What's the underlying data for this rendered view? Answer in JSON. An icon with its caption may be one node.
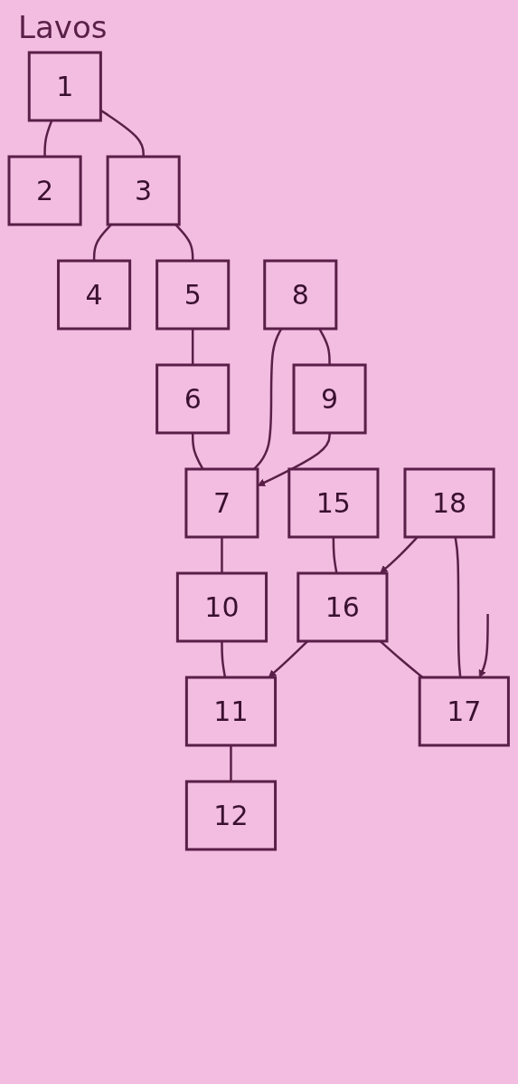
{
  "diagram": {
    "title": "Lavos",
    "nodes": [
      {
        "text": [
          "1"
        ]
      },
      {
        "text": [
          "2"
        ]
      },
      {
        "text": [
          "3"
        ]
      },
      {
        "text": [
          "4"
        ]
      },
      {
        "text": [
          "5"
        ]
      },
      {
        "text": [
          "6"
        ]
      },
      {
        "text": [
          "7"
        ]
      },
      {
        "text": [
          "8"
        ]
      },
      {
        "text": [
          "9"
        ]
      },
      {
        "text": [
          "10"
        ]
      },
      {
        "text": [
          "11"
        ]
      },
      {
        "text": [
          "12"
        ]
      },
      {
        "text": [
          "15"
        ]
      },
      {
        "text": [
          "16"
        ]
      },
      {
        "text": [
          "17"
        ]
      },
      {
        "text": [
          "18"
        ]
      }
    ],
    "edges": [
      {
        "from": 0,
        "to": 1,
        "arrow": "none"
      },
      {
        "from": 0,
        "to": 2,
        "arrow": "none"
      },
      {
        "from": 2,
        "to": 3,
        "arrow": "none"
      },
      {
        "from": 2,
        "to": 4,
        "arrow": "none"
      },
      {
        "from": 4,
        "to": 5,
        "arrow": "none"
      },
      {
        "from": 5,
        "to": 6,
        "arrow": "none"
      },
      {
        "from": 7,
        "to": 6,
        "arrow": "none"
      },
      {
        "from": 7,
        "to": 8,
        "arrow": "none"
      },
      {
        "from": 8,
        "to": 6,
        "arrow": "to"
      },
      {
        "from": 6,
        "to": 9,
        "arrow": "none"
      },
      {
        "from": 9,
        "to": 10,
        "arrow": "none"
      },
      {
        "from": 10,
        "to": 11,
        "arrow": "none"
      },
      {
        "from": 12,
        "to": 13,
        "arrow": "none"
      },
      {
        "from": 13,
        "to": 10,
        "arrow": "to"
      },
      {
        "from": 13,
        "to": 14,
        "arrow": "none"
      },
      {
        "from": 15,
        "to": 14,
        "arrow": "none"
      },
      {
        "from": 15,
        "to": 13,
        "arrow": "to"
      },
      {
        "from": null,
        "to": 14,
        "arrow": "to"
      }
    ]
  }
}
